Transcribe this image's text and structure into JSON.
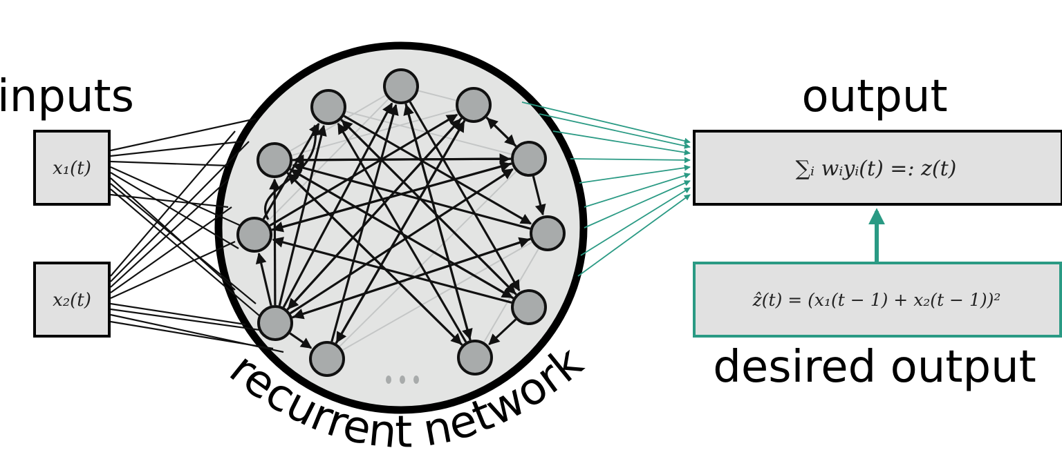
{
  "labels": {
    "inputs": "inputs",
    "output": "output",
    "desired_output": "desired output",
    "recurrent_network": "recurrent network",
    "ellipsis": "..."
  },
  "formulas": {
    "x1": "x₁(t)",
    "x2": "x₂(t)",
    "output_sum": "∑ᵢ wᵢyᵢ(t) =: z(t)",
    "desired": "ẑ(t) = (x₁(t − 1) + x₂(t − 1))²"
  },
  "colors": {
    "node_fill": "#a8abab",
    "network_fill": "#e3e4e3",
    "box_fill": "#e1e1e1",
    "readout_teal": "#2a9a84",
    "edge_black": "#111111",
    "faint_edge": "#c4c6c6"
  }
}
